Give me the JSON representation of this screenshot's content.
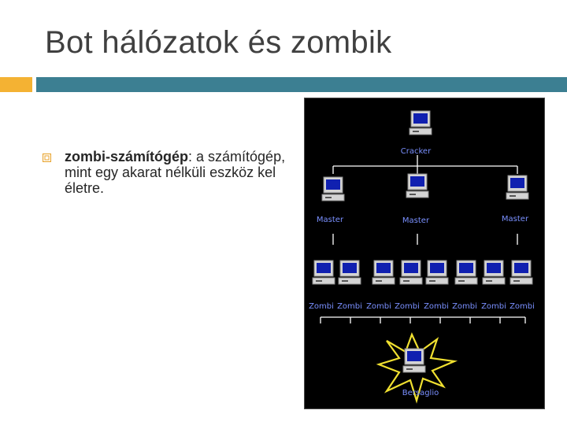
{
  "slide": {
    "title": "Bot hálózatok és zombik",
    "bullet_term": "zombi-számítógép",
    "bullet_rest": ": a számítógép, mint egy akarat nélküli eszköz kel életre."
  },
  "diagram": {
    "cracker_label": "Cracker",
    "master_labels": [
      "Master",
      "Master",
      "Master"
    ],
    "zombie_labels": [
      "Zombi",
      "Zombi",
      "Zombi",
      "Zombi",
      "Zombi",
      "Zombi",
      "Zombi",
      "Zombi"
    ],
    "victim_label": "Bersaglio",
    "colors": {
      "background": "#000000",
      "label": "#7a90ff",
      "line": "#ffffff",
      "burst": "#f0e030"
    }
  }
}
